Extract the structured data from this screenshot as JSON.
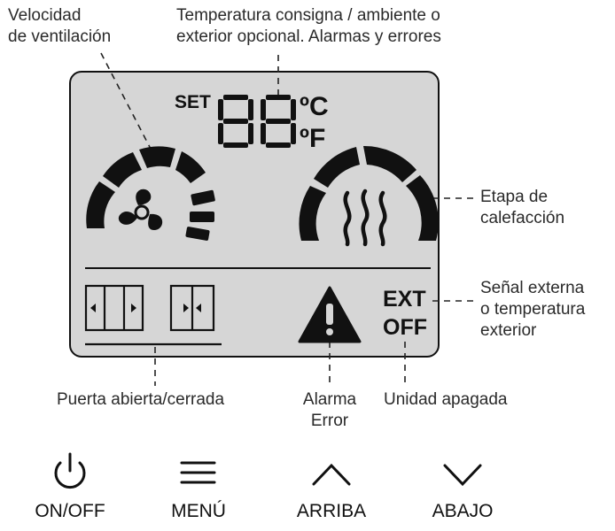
{
  "annotations": {
    "fan_speed": [
      "Velocidad",
      "de ventilación"
    ],
    "temperature": [
      "Temperatura consigna / ambiente o",
      "exterior opcional. Alarmas y errores"
    ],
    "heating_stage": [
      "Etapa de",
      "calefacción"
    ],
    "external_signal": [
      "Señal externa",
      "o temperatura",
      "exterior"
    ],
    "door": "Puerta abierta/cerrada",
    "alarm": [
      "Alarma",
      "Error"
    ],
    "unit_off": "Unidad apagada"
  },
  "display": {
    "set_label": "SET",
    "digits": "88",
    "unit_c": "ºC",
    "unit_f": "ºF",
    "ext_label": "EXT",
    "off_label": "OFF"
  },
  "buttons": [
    {
      "label": "ON/OFF",
      "icon": "power-icon"
    },
    {
      "label": "MENÚ",
      "icon": "menu-icon"
    },
    {
      "label": "ARRIBA",
      "icon": "chevron-up-icon"
    },
    {
      "label": "ABAJO",
      "icon": "chevron-down-icon"
    }
  ],
  "colors": {
    "lcd_background": "#d6d6d6",
    "segment": "#111111"
  }
}
